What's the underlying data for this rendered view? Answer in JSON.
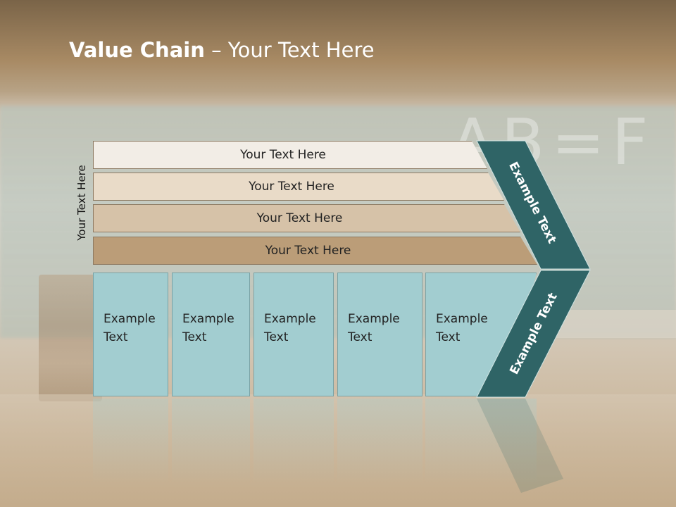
{
  "slide": {
    "title_bold": "Value Chain",
    "title_rest": " – Your Text Here",
    "side_label": "Your Text Here",
    "bars": [
      "Your Text Here",
      "Your Text Here",
      "Your Text Here",
      "Your Text Here"
    ],
    "boxes": [
      {
        "line1": "Example",
        "line2": "Text"
      },
      {
        "line1": "Example",
        "line2": "Text"
      },
      {
        "line1": "Example",
        "line2": "Text"
      },
      {
        "line1": "Example",
        "line2": "Text"
      },
      {
        "line1": "Example",
        "line2": "Text"
      }
    ],
    "chevron_top_label": "Example Text",
    "chevron_bottom_label": "Example Text"
  },
  "colors": {
    "chevron": "#2f6466",
    "box": "#a2cdd0",
    "bar_shades": [
      "#f2ede6",
      "#e9dbc8",
      "#d6c2a8",
      "#bb9d78"
    ]
  }
}
